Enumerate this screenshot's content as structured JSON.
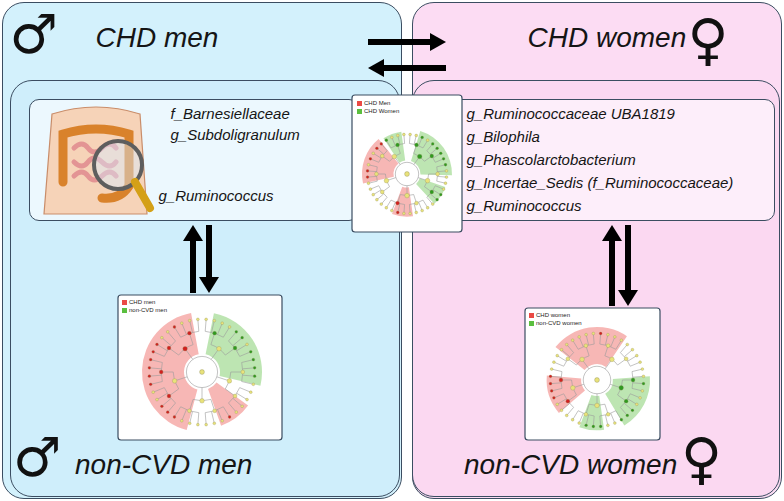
{
  "diagram": {
    "nodes": [
      {
        "text": [
          "♂",
          "CHD men"
        ]
      },
      {
        "text": [
          "CHD women",
          "♀"
        ]
      },
      {
        "text": [
          "♂",
          "non-CVD men"
        ],
        "in": 0
      },
      {
        "text": [
          "f_Barnesiellaceae",
          "g_Subdoligranulum",
          "g_Ruminococcus"
        ],
        "in": 2
      },
      {
        "text": [
          "non-CVD women",
          "♀"
        ],
        "in": 1
      },
      {
        "text": [
          "g_Ruminococcaceae UBA1819",
          "g_Bilophila",
          "g_Phascolarctobacterium",
          "g_Incertae_Sedis (f_Ruminococcaceae)",
          "g_Ruminococcus"
        ],
        "in": 4
      }
    ],
    "edges": [
      {
        "from": 0,
        "to": 1,
        "arrow": "to"
      },
      {
        "from": 1,
        "to": 0,
        "arrow": "to"
      }
    ],
    "legend": [
      {
        "text": "CHD Men",
        "color": "#ea4a45"
      },
      {
        "text": "CHD Women",
        "color": "#5bbf3f"
      },
      {
        "text": "CHD men",
        "color": "#ea4a45"
      },
      {
        "text": "non-CVD men",
        "color": "#5bbf3f"
      },
      {
        "text": "CHD women",
        "color": "#ea4a45"
      },
      {
        "text": "non-CVD women",
        "color": "#5bbf3f"
      }
    ]
  }
}
